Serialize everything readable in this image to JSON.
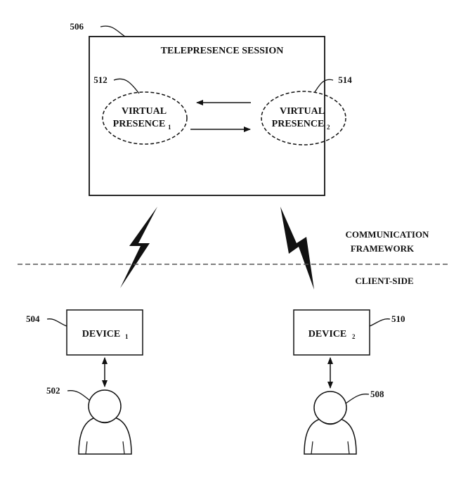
{
  "session": {
    "ref": "506",
    "title": "TELEPRESENCE SESSION"
  },
  "presence1": {
    "ref": "512",
    "line1": "VIRTUAL",
    "line2": "PRESENCE",
    "sub": "1"
  },
  "presence2": {
    "ref": "514",
    "line1": "VIRTUAL",
    "line2": "PRESENCE",
    "sub": "2"
  },
  "framework": {
    "line1": "COMMUNICATION",
    "line2": "FRAMEWORK",
    "client_side": "CLIENT-SIDE"
  },
  "device1": {
    "ref": "504",
    "label": "DEVICE",
    "sub": "1"
  },
  "device2": {
    "ref": "510",
    "label": "DEVICE",
    "sub": "2"
  },
  "user1": {
    "ref": "502"
  },
  "user2": {
    "ref": "508"
  }
}
